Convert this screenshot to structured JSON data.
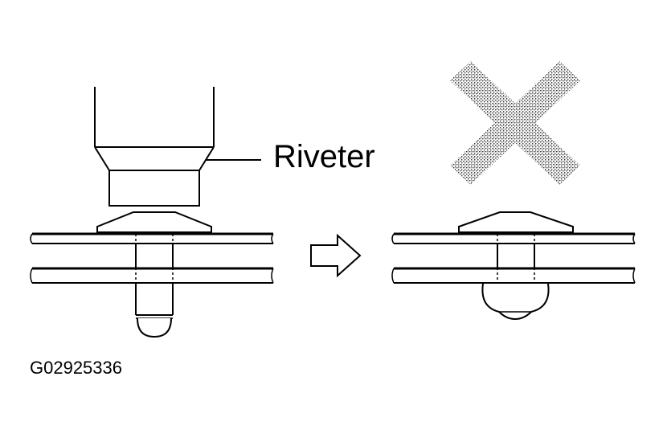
{
  "labels": {
    "riveter": "Riveter",
    "figure_id": "G02925336"
  },
  "colors": {
    "line": "#000000",
    "background": "#ffffff",
    "cross_fill": "#8c8c8c"
  },
  "icons": {
    "arrow": "right-arrow-outline",
    "cross": "stippled-x-cross"
  }
}
